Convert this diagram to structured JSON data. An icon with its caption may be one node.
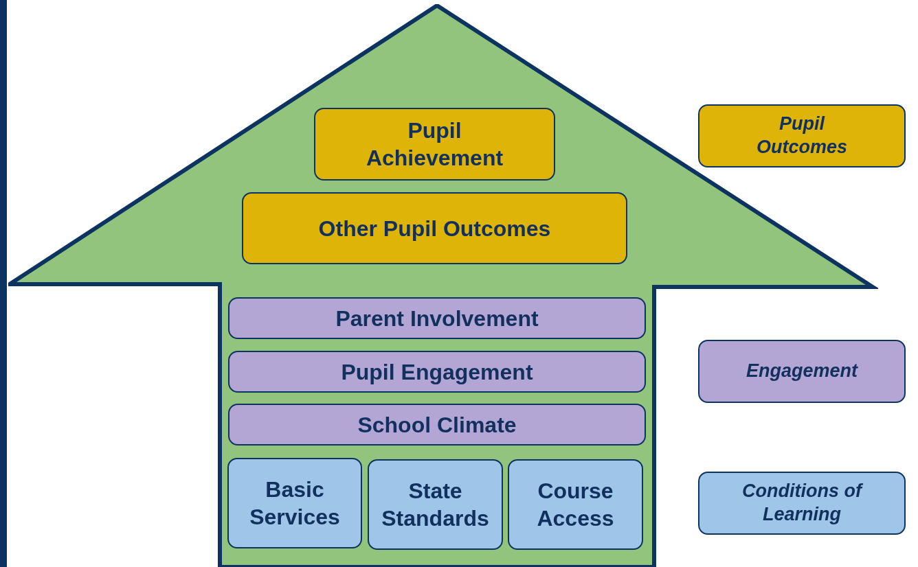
{
  "diagram": {
    "nodes": [
      {
        "text": [],
        "shape": "arrow"
      },
      {
        "text": [
          "Pupil Achievement"
        ],
        "in": 0
      },
      {
        "text": [
          "Other Pupil Outcomes"
        ],
        "in": 0
      },
      {
        "text": [
          "Parent Involvement"
        ],
        "in": 0
      },
      {
        "text": [
          "Pupil Engagement"
        ],
        "in": 0
      },
      {
        "text": [
          "School Climate"
        ],
        "in": 0
      },
      {
        "text": [
          "Basic Services"
        ],
        "in": 0
      },
      {
        "text": [
          "State Standards"
        ],
        "in": 0
      },
      {
        "text": [
          "Course Access"
        ],
        "in": 0
      },
      {
        "text": [
          "Pupil Outcomes"
        ]
      },
      {
        "text": [
          "Engagement"
        ]
      },
      {
        "text": [
          "Conditions of Learning"
        ]
      }
    ]
  }
}
